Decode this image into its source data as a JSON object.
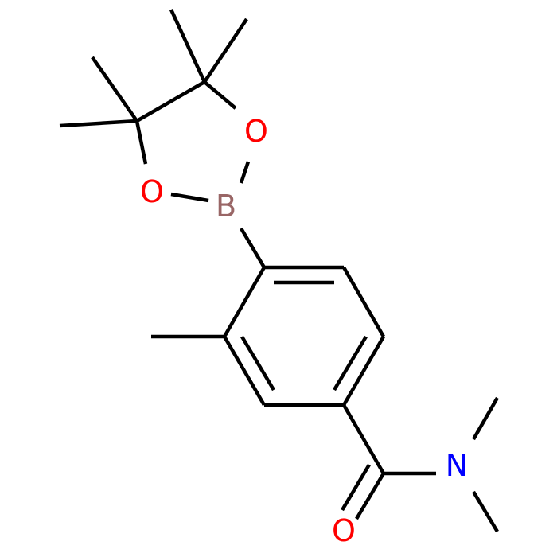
{
  "molecule": {
    "atoms": [
      {
        "id": "O1",
        "symbol": "O",
        "color": "#ff0000"
      },
      {
        "id": "O2",
        "symbol": "O",
        "color": "#ff0000"
      },
      {
        "id": "B",
        "symbol": "B",
        "color": "#996666"
      },
      {
        "id": "N",
        "symbol": "N",
        "color": "#0000ff"
      },
      {
        "id": "O3",
        "symbol": "O",
        "color": "#ff0000"
      }
    ],
    "bond_color": "#000000",
    "background": "#ffffff"
  }
}
